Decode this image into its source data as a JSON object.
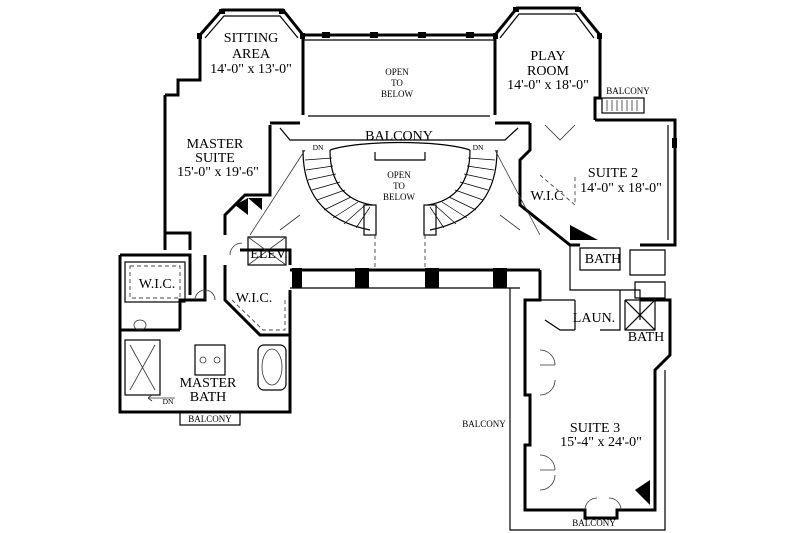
{
  "rooms": {
    "sitting_area": {
      "name_line1": "SITTING",
      "name_line2": "AREA",
      "dims": "14'-0\" x 13'-0\""
    },
    "play_room": {
      "name_line1": "PLAY",
      "name_line2": "ROOM",
      "dims": "14'-0\" x 18'-0\""
    },
    "master_suite": {
      "name_line1": "MASTER",
      "name_line2": "SUITE",
      "dims": "15'-0\" x 19'-6\""
    },
    "suite2": {
      "name": "SUITE 2",
      "dims": "14'-0\" x 18'-0\""
    },
    "suite3": {
      "name": "SUITE 3",
      "dims": "15'-4\" x 24'-0\""
    },
    "master_bath": {
      "name_line1": "MASTER",
      "name_line2": "BATH"
    }
  },
  "labels": {
    "open_to_below_top": [
      "OPEN",
      "TO",
      "BELOW"
    ],
    "open_to_below_stairs": [
      "OPEN",
      "TO",
      "BELOW"
    ],
    "balcony_main": "BALCONY",
    "balcony_top_right": "BALCONY",
    "balcony_master_bath": "BALCONY",
    "balcony_left_suite3": "BALCONY",
    "balcony_bottom": "BALCONY",
    "wic_left": "W.I.C.",
    "wic_center": "W.I.C.",
    "wic_suite2": "W.I.C",
    "elev": "ELEV.",
    "bath_suite2": "BATH",
    "bath_right": "BATH",
    "laun": "LAUN.",
    "dn_left": "DN",
    "dn_right": "DN",
    "dn_master_bath": "DN"
  }
}
